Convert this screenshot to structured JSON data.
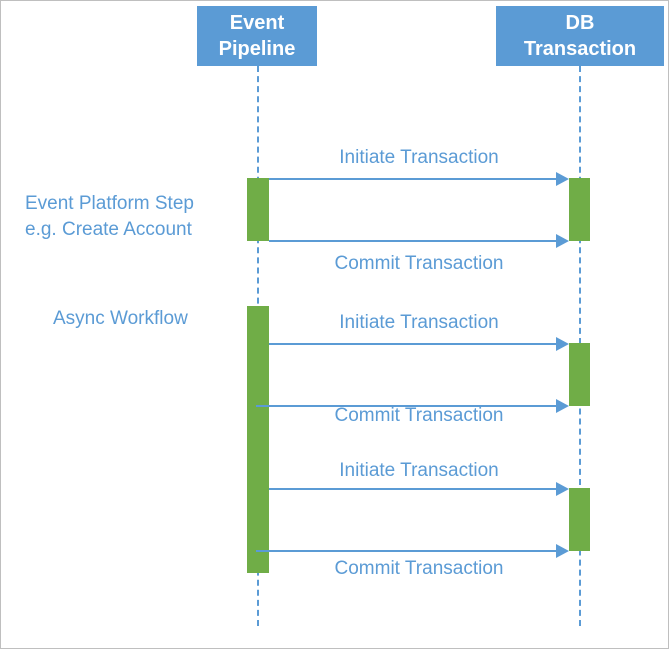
{
  "diagram": {
    "title": "Event Pipeline / DB Transaction sequence diagram",
    "type": "sequence-diagram",
    "colors": {
      "participant_fill": "#5B9BD5",
      "participant_text": "#FFFFFF",
      "activation_fill": "#70AD47",
      "message_text": "#5B9BD5",
      "arrow": "#5B9BD5",
      "lifeline": "#5B9BD5",
      "background": "#FFFFFF",
      "border": "#BFBFBF"
    },
    "participants": [
      {
        "id": "event-pipeline",
        "line1": "Event",
        "line2": "Pipeline"
      },
      {
        "id": "db-transaction",
        "line1": "DB",
        "line2": "Transaction"
      }
    ],
    "side_labels": [
      {
        "id": "event-platform-step",
        "text": "Event Platform Step\ne.g. Create Account"
      },
      {
        "id": "async-workflow",
        "text": "Async Workflow"
      }
    ],
    "messages": [
      {
        "id": "msg-1",
        "label": "Initiate Transaction",
        "from": "event-pipeline",
        "to": "db-transaction",
        "direction": "right"
      },
      {
        "id": "msg-2",
        "label": "Commit Transaction",
        "from": "event-pipeline",
        "to": "db-transaction",
        "direction": "right"
      },
      {
        "id": "msg-3",
        "label": "Initiate Transaction",
        "from": "event-pipeline",
        "to": "db-transaction",
        "direction": "right"
      },
      {
        "id": "msg-4",
        "label": "Commit Transaction",
        "from": "event-pipeline",
        "to": "db-transaction",
        "direction": "right"
      },
      {
        "id": "msg-5",
        "label": "Initiate Transaction",
        "from": "event-pipeline",
        "to": "db-transaction",
        "direction": "right"
      },
      {
        "id": "msg-6",
        "label": "Commit Transaction",
        "from": "event-pipeline",
        "to": "db-transaction",
        "direction": "right"
      }
    ],
    "activations": [
      {
        "id": "activation-pipeline-1",
        "participant": "event-pipeline"
      },
      {
        "id": "activation-pipeline-2",
        "participant": "event-pipeline"
      },
      {
        "id": "activation-db-1",
        "participant": "db-transaction"
      },
      {
        "id": "activation-db-2",
        "participant": "db-transaction"
      },
      {
        "id": "activation-db-3",
        "participant": "db-transaction"
      }
    ]
  }
}
